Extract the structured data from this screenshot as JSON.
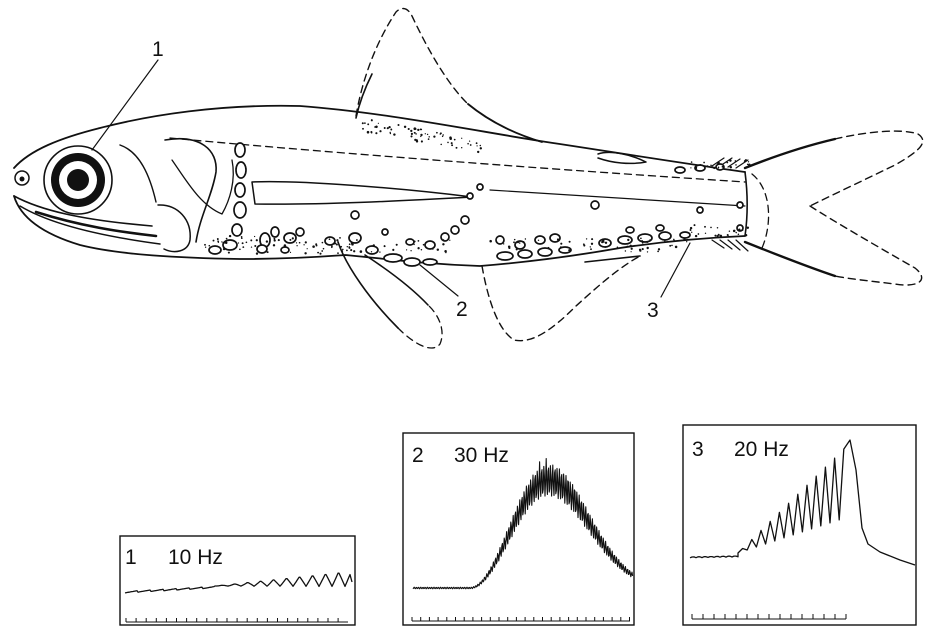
{
  "figure": {
    "fish_labels": {
      "photophore_1": "1",
      "photophore_2": "2",
      "photophore_3": "3"
    },
    "panels": [
      {
        "number": "1",
        "frequency": "10 Hz"
      },
      {
        "number": "2",
        "frequency": "30 Hz"
      },
      {
        "number": "3",
        "frequency": "20 Hz"
      }
    ]
  },
  "colors": {
    "ink": "#111111",
    "background": "#ffffff"
  }
}
